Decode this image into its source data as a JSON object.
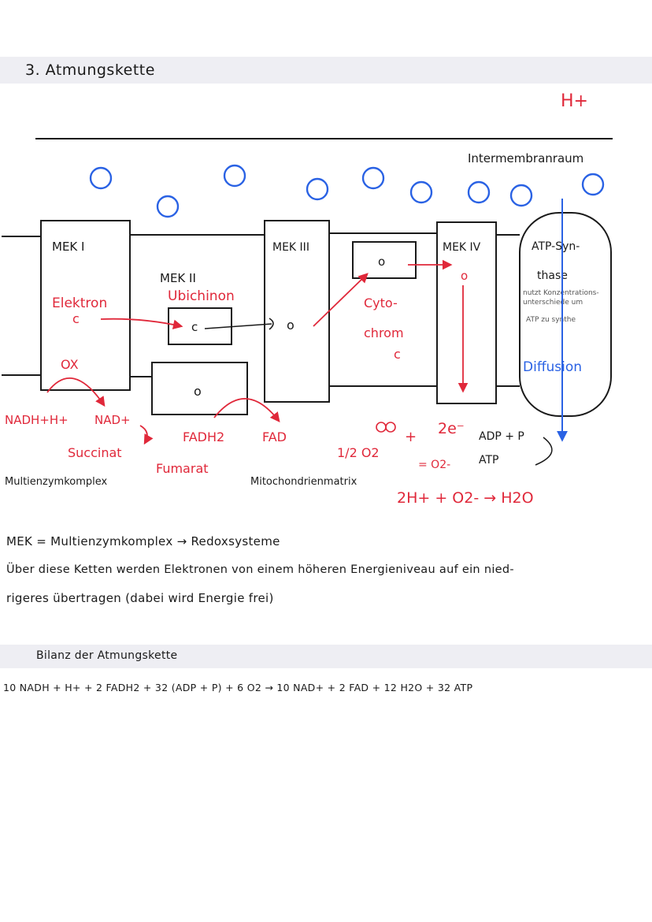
{
  "section_title": "3. Atmungskette",
  "labels": {
    "h_plus_top": "H+",
    "intermembrane": "Intermembranraum",
    "mek1": "MEK I",
    "mek2": "MEK II",
    "mek3": "MEK III",
    "mek4": "MEK IV",
    "atp_synthase_1": "ATP-Syn-",
    "atp_synthase_2": "thase",
    "synthase_note_1": "nutzt Konzentrations-",
    "synthase_note_2": "unterschiede um",
    "synthase_note_3": "ATP zu synthe",
    "diffusion": "Diffusion",
    "electron_1": "Elektron",
    "electron_c1": "c",
    "ubichinon": "Ubichinon",
    "c_small": "c",
    "o_small": "o",
    "cytochrom_1": "Cyto-",
    "cytochrom_2": "chrom",
    "cytochrom_3": "c",
    "ox": "OX",
    "nadh": "NADH+H+",
    "nad": "NAD+",
    "succinat": "Succinat",
    "fumarat": "Fumarat",
    "fadh2": "FADH2",
    "fad": "FAD",
    "multienzym": "Multienzymkomplex",
    "matrix": "Mitochondrienmatrix",
    "half_o2": "1/2 O2",
    "plus": "+",
    "two_e": "2e⁻",
    "o2_minus": "= O2-",
    "adp_p": "ADP + P",
    "atp": "ATP",
    "water_eq": "2H+ + O2- → H2O"
  },
  "notes": {
    "mek_line": "MEK = Multienzymkomplex → Redoxsysteme",
    "desc_line1": "Über diese Ketten werden Elektronen von einem höheren Energieniveau auf ein nied-",
    "desc_line2": "rigeres übertragen (dabei wird Energie frei)",
    "bilanz_title": "Bilanz der Atmungskette",
    "bilanz_eq": "10 NADH + H+ + 2 FADH2 + 32 (ADP + P) + 6 O2 → 10 NAD+ + 2 FAD + 12 H2O + 32 ATP"
  },
  "colors": {
    "red_ink": "#e0283a",
    "blue_ink": "#2a62e4",
    "band": "#eeeef3"
  }
}
